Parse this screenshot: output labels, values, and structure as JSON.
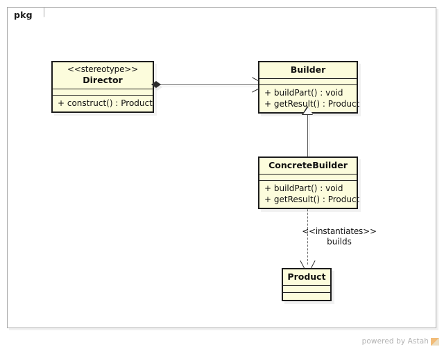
{
  "diagram": {
    "kind": "uml-class-diagram",
    "pattern": "Builder",
    "frame_label": "pkg",
    "background_color": "#ffffff",
    "class_fill_color": "#fcfcdc",
    "class_border_color": "#1c1c1c",
    "line_color": "#5a5a5a"
  },
  "classes": {
    "director": {
      "stereotype": "<<stereotype>>",
      "name": "Director",
      "attributes": [],
      "operations": [
        "+ construct() : Product"
      ]
    },
    "builder": {
      "stereotype": "",
      "name": "Builder",
      "attributes": [],
      "operations": [
        "+ buildPart() : void",
        "+ getResult() : Product"
      ]
    },
    "concrete_builder": {
      "stereotype": "",
      "name": "ConcreteBuilder",
      "attributes": [],
      "operations": [
        "+ buildPart() : void",
        "+ getResult() : Product"
      ]
    },
    "product": {
      "stereotype": "",
      "name": "Product",
      "attributes": [],
      "operations": []
    }
  },
  "relationships": {
    "director_builder": {
      "type": "aggregation",
      "source": "Director",
      "target": "Builder",
      "source_decoration": "filled-diamond",
      "target_decoration": "open-arrow",
      "label": ""
    },
    "concrete_builder_builder": {
      "type": "generalization",
      "source": "ConcreteBuilder",
      "target": "Builder",
      "target_decoration": "hollow-triangle",
      "label": ""
    },
    "concrete_builder_product": {
      "type": "dependency",
      "source": "ConcreteBuilder",
      "target": "Product",
      "line_style": "dashed",
      "target_decoration": "open-arrow",
      "stereotype": "<<instantiates>>",
      "name": "builds"
    }
  },
  "watermark": {
    "text": "powered by Astah",
    "logo": "astah-logo"
  }
}
